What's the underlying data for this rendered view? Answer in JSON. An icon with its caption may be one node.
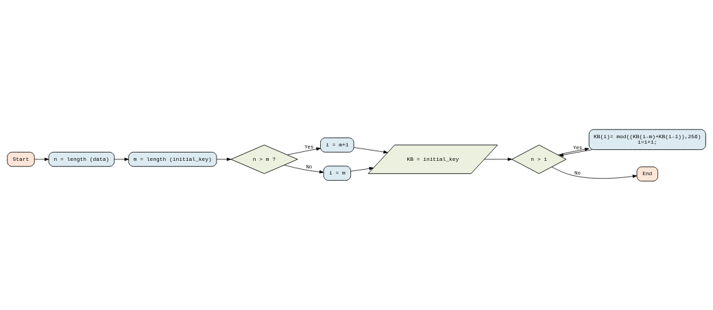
{
  "diagram": {
    "nodes": [
      {
        "text": [
          "Start"
        ]
      },
      {
        "text": [
          "n = length (data)"
        ]
      },
      {
        "text": [
          "m = length (initial_key)"
        ]
      },
      {
        "text": [
          "n > m ?"
        ]
      },
      {
        "text": [
          "i = m+1"
        ]
      },
      {
        "text": [
          "KB(i)= mod((KB(i-m)+KB(i-1)),256)",
          "i=i+1;"
        ]
      },
      {
        "text": [
          "i = m"
        ]
      },
      {
        "text": [
          "End"
        ]
      },
      {
        "text": [
          "n > i"
        ]
      },
      {
        "text": [
          "KB = initial_key"
        ]
      }
    ],
    "edges": [
      {
        "from": 0,
        "to": 1,
        "arrow": "to"
      },
      {
        "from": 1,
        "to": 2,
        "arrow": "to"
      },
      {
        "from": 2,
        "to": 3,
        "arrow": "to"
      },
      {
        "from": 3,
        "to": 4,
        "arrow": "to",
        "label": "Yes"
      },
      {
        "from": 3,
        "to": 6,
        "arrow": "to",
        "label": "No"
      },
      {
        "from": 4,
        "to": 9,
        "arrow": "to"
      },
      {
        "from": 6,
        "to": 9,
        "arrow": "to"
      },
      {
        "from": 9,
        "to": 8,
        "arrow": "to"
      },
      {
        "from": 8,
        "to": 5,
        "arrow": "to",
        "label": "Yes"
      },
      {
        "from": 8,
        "to": 7,
        "arrow": "to",
        "label": "No"
      },
      {
        "from": 5,
        "to": 8,
        "arrow": "to"
      }
    ]
  }
}
